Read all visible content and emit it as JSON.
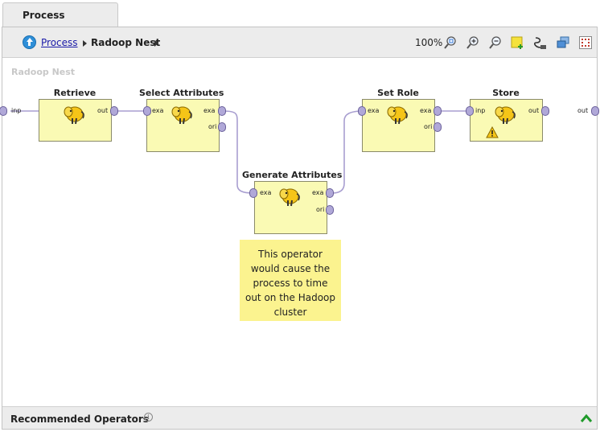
{
  "tab": {
    "label": "Process"
  },
  "breadcrumb": {
    "link": "Process",
    "current": "Radoop Nest"
  },
  "toolbar": {
    "zoom": "100%",
    "icons": [
      "zoom-fit-icon",
      "zoom-in-icon",
      "zoom-out-icon",
      "add-note-icon",
      "auto-wire-icon",
      "arrange-icon",
      "grid-icon"
    ]
  },
  "canvas": {
    "title": "Radoop Nest",
    "input_port": "inp",
    "output_port": "out",
    "operators": [
      {
        "name": "Retrieve",
        "ports_in": [],
        "ports_out": [
          "out"
        ],
        "icon": "hadoop-elephant-icon"
      },
      {
        "name": "Select Attributes",
        "ports_in": [
          "exa"
        ],
        "ports_out": [
          "exa",
          "ori"
        ],
        "icon": "hadoop-elephant-icon"
      },
      {
        "name": "Generate Attributes",
        "ports_in": [
          "exa"
        ],
        "ports_out": [
          "exa",
          "ori"
        ],
        "icon": "hadoop-elephant-icon"
      },
      {
        "name": "Set Role",
        "ports_in": [
          "exa"
        ],
        "ports_out": [
          "exa",
          "ori"
        ],
        "icon": "hadoop-elephant-icon"
      },
      {
        "name": "Store",
        "ports_in": [
          "inp"
        ],
        "ports_out": [
          "out"
        ],
        "icon": "hadoop-elephant-icon",
        "warning": true
      }
    ],
    "note": "This operator would cause the process to time out on the Hadoop cluster"
  },
  "bottom": {
    "label": "Recommended Operators"
  },
  "colors": {
    "operator_bg": "#fafab4",
    "note_bg": "#fbf38f",
    "port": "#b0a8d8",
    "link": "#1a1aa8",
    "wire": "#a89ed0"
  }
}
